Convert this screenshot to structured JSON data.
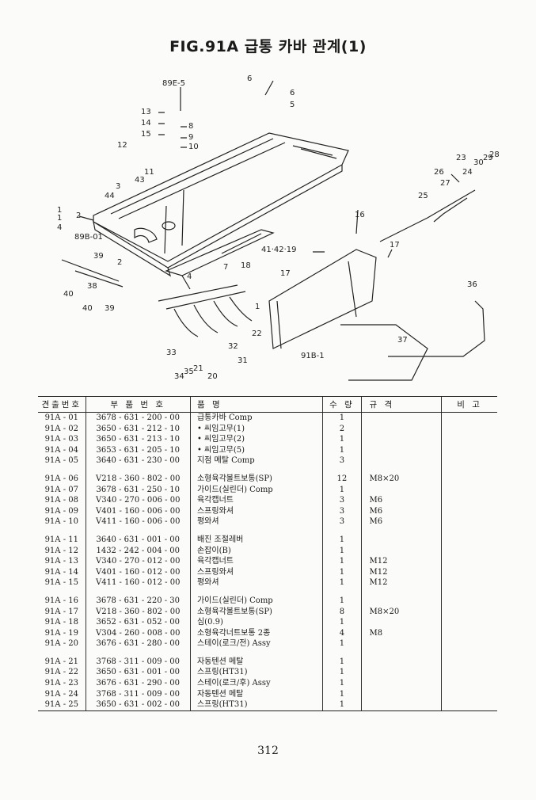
{
  "title": "FIG.91A 급통 카바 관계(1)",
  "callouts": [
    "89E-5",
    "6",
    "6",
    "5",
    "13",
    "14",
    "15",
    "8",
    "9",
    "10",
    "12",
    "11",
    "43",
    "3",
    "44",
    "1",
    "2",
    "1",
    "4",
    "89B-01",
    "39",
    "38",
    "40",
    "40",
    "39",
    "2",
    "4",
    "7",
    "18",
    "41·42·19",
    "17",
    "16",
    "17",
    "25",
    "26",
    "27",
    "24",
    "23",
    "30",
    "29",
    "28",
    "36",
    "37",
    "91B-1",
    "33",
    "34",
    "35",
    "21",
    "20",
    "31",
    "32",
    "1",
    "22"
  ],
  "table": {
    "headers": {
      "no": "견출번호",
      "part": "부 품 번 호",
      "name": "품 명",
      "qty": "수 량",
      "spec": "규 격",
      "note": "비 고"
    },
    "groups": [
      [
        {
          "no": "91A - 01",
          "part": "3678 - 631 - 200 - 00",
          "name": "급통카바 Comp",
          "qty": "1",
          "spec": ""
        },
        {
          "no": "91A - 02",
          "part": "3650 - 631 - 212 - 10",
          "name": "• 씨임고무(1)",
          "qty": "2",
          "spec": ""
        },
        {
          "no": "91A - 03",
          "part": "3650 - 631 - 213 - 10",
          "name": "• 씨임고무(2)",
          "qty": "1",
          "spec": ""
        },
        {
          "no": "91A - 04",
          "part": "3653 - 631 - 205 - 10",
          "name": "• 씨임고무(5)",
          "qty": "1",
          "spec": ""
        },
        {
          "no": "91A - 05",
          "part": "3640 - 631 - 230 - 00",
          "name": "지점 메탈 Comp",
          "qty": "3",
          "spec": ""
        }
      ],
      [
        {
          "no": "91A - 06",
          "part": "V218 - 360 - 802 - 00",
          "name": "소형육각볼트보통(SP)",
          "qty": "12",
          "spec": "M8×20"
        },
        {
          "no": "91A - 07",
          "part": "3678 - 631 - 250 - 10",
          "name": "가이드(실린더) Comp",
          "qty": "1",
          "spec": ""
        },
        {
          "no": "91A - 08",
          "part": "V340 - 270 - 006 - 00",
          "name": "육각캡너트",
          "qty": "3",
          "spec": "M6"
        },
        {
          "no": "91A - 09",
          "part": "V401 - 160 - 006 - 00",
          "name": "스프링와셔",
          "qty": "3",
          "spec": "M6"
        },
        {
          "no": "91A - 10",
          "part": "V411 - 160 - 006 - 00",
          "name": "평와셔",
          "qty": "3",
          "spec": "M6"
        }
      ],
      [
        {
          "no": "91A - 11",
          "part": "3640 - 631 - 001 - 00",
          "name": "배진 조절레버",
          "qty": "1",
          "spec": ""
        },
        {
          "no": "91A - 12",
          "part": "1432 - 242 - 004 - 00",
          "name": "손잡이(B)",
          "qty": "1",
          "spec": ""
        },
        {
          "no": "91A - 13",
          "part": "V340 - 270 - 012 - 00",
          "name": "육각캡너트",
          "qty": "1",
          "spec": "M12"
        },
        {
          "no": "91A - 14",
          "part": "V401 - 160 - 012 - 00",
          "name": "스프링와셔",
          "qty": "1",
          "spec": "M12"
        },
        {
          "no": "91A - 15",
          "part": "V411 - 160 - 012 - 00",
          "name": "평와셔",
          "qty": "1",
          "spec": "M12"
        }
      ],
      [
        {
          "no": "91A - 16",
          "part": "3678 - 631 - 220 - 30",
          "name": "가이드(실린더) Comp",
          "qty": "1",
          "spec": ""
        },
        {
          "no": "91A - 17",
          "part": "V218 - 360 - 802 - 00",
          "name": "소형육각볼트보통(SP)",
          "qty": "8",
          "spec": "M8×20"
        },
        {
          "no": "91A - 18",
          "part": "3652 - 631 - 052 - 00",
          "name": "심(0.9)",
          "qty": "1",
          "spec": ""
        },
        {
          "no": "91A - 19",
          "part": "V304 - 260 - 008 - 00",
          "name": "소형육각너트보통 2종",
          "qty": "4",
          "spec": "M8"
        },
        {
          "no": "91A - 20",
          "part": "3676 - 631 - 280 - 00",
          "name": "스테이(로크/전) Assy",
          "qty": "1",
          "spec": ""
        }
      ],
      [
        {
          "no": "91A - 21",
          "part": "3768 - 311 - 009 - 00",
          "name": "자동텐션 메탈",
          "qty": "1",
          "spec": ""
        },
        {
          "no": "91A - 22",
          "part": "3650 - 631 - 001 - 00",
          "name": "스프링(HT31)",
          "qty": "1",
          "spec": ""
        },
        {
          "no": "91A - 23",
          "part": "3676 - 631 - 290 - 00",
          "name": "스테이(로크/후) Assy",
          "qty": "1",
          "spec": ""
        },
        {
          "no": "91A - 24",
          "part": "3768 - 311 - 009 - 00",
          "name": "자동텐션 메탈",
          "qty": "1",
          "spec": ""
        },
        {
          "no": "91A - 25",
          "part": "3650 - 631 - 002 - 00",
          "name": "스프링(HT31)",
          "qty": "1",
          "spec": ""
        }
      ]
    ]
  },
  "page_number": "312"
}
